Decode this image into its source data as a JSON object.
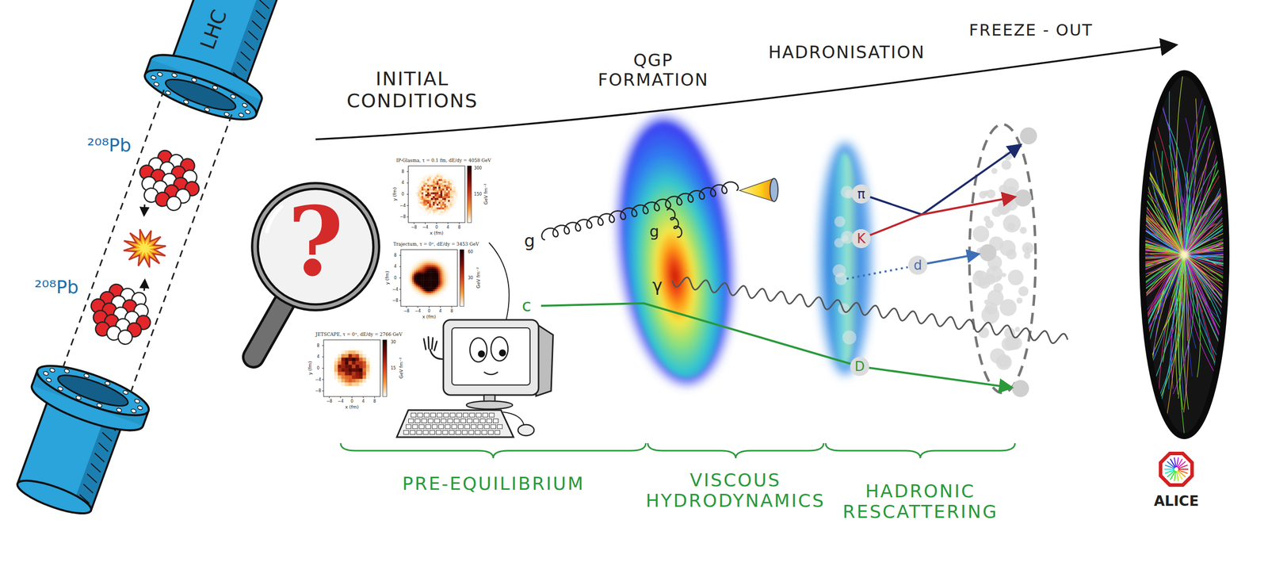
{
  "diagram": {
    "nodes": [
      {
        "text": [
          "π"
        ]
      },
      {
        "text": [
          "K"
        ]
      },
      {
        "text": [
          "d"
        ]
      },
      {
        "text": [
          "D"
        ]
      }
    ],
    "labels": [
      "LHC",
      "²⁰⁸Pb",
      "²⁰⁸Pb",
      "INITIAL CONDITIONS",
      "QGP FORMATION",
      "HADRONISATION",
      "FREEZE - OUT",
      "?",
      "IP-Glasma, τ = 0.1 fm, dE/dy = 4058 GeV",
      "y (fm)",
      "x (fm)",
      "GeV fm⁻²",
      "8",
      "4",
      "0",
      "−4",
      "−8",
      "−8",
      "−4",
      "0",
      "4",
      "8",
      "300",
      "150",
      "Trajectum, τ = 0⁺, dE/dy = 3453 GeV",
      "y (fm)",
      "x (fm)",
      "GeV fm⁻²",
      "8",
      "4",
      "0",
      "−4",
      "−8",
      "−8",
      "−4",
      "0",
      "4",
      "8",
      "60",
      "30",
      "JETSCAPE, τ = 0⁺, dE/dy = 2766 GeV",
      "y (fm)",
      "x (fm)",
      "GeV fm⁻²",
      "8",
      "4",
      "0",
      "−4",
      "−8",
      "−8",
      "−4",
      "0",
      "4",
      "8",
      "30",
      "15",
      "g",
      "g",
      "γ",
      "c",
      "PRE-EQUILIBRIUM",
      "VISCOUS HYDRODYNAMICS",
      "HADRONIC RESCATTERING",
      "ALICE"
    ]
  }
}
